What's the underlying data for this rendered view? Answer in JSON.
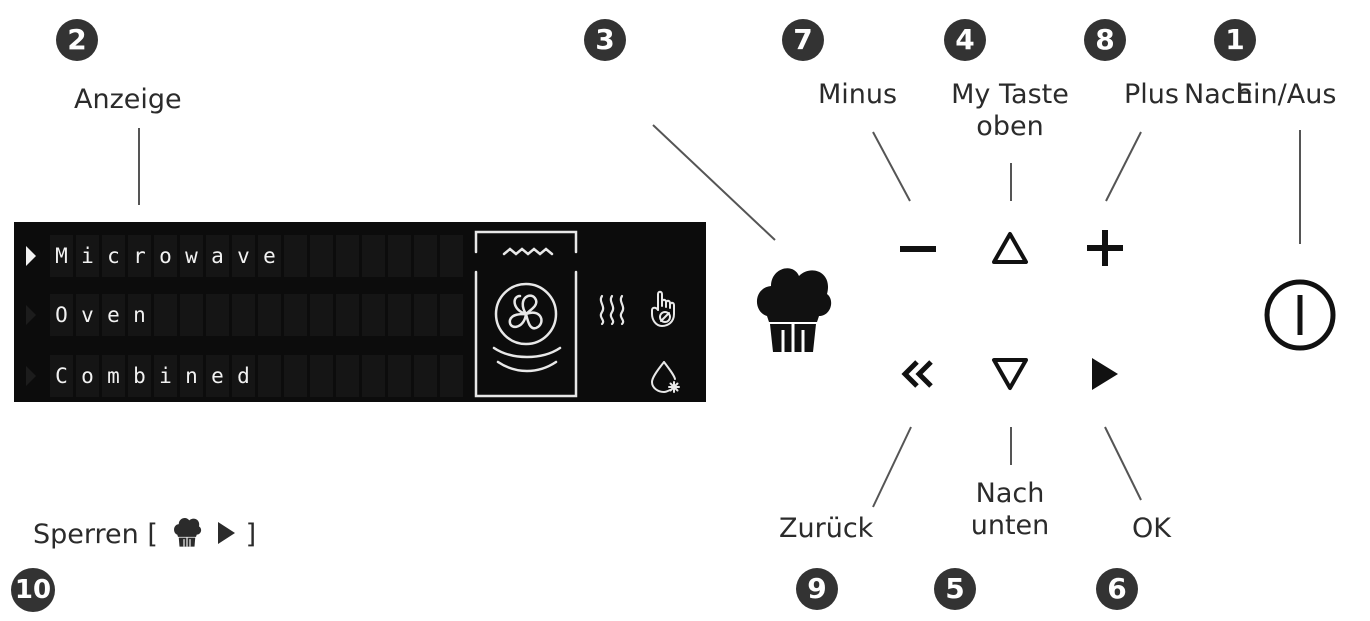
{
  "badges": {
    "n1": "1",
    "n2": "2",
    "n3": "3",
    "n4": "4",
    "n5": "5",
    "n6": "6",
    "n7": "7",
    "n8": "8",
    "n9": "9",
    "n10": "10"
  },
  "labels": {
    "anzeige": "Anzeige",
    "minus": "Minus",
    "my_taste_oben": "My Taste\noben",
    "plus": "Plus",
    "nach_oben": "Nach",
    "ein_aus": "Ein/Aus",
    "zurueck": "Zurück",
    "nach_unten": "Nach\nunten",
    "ok": "OK",
    "sperren_prefix": "Sperren [",
    "sperren_suffix": "]"
  },
  "display": {
    "rows": [
      {
        "text": "Microwave",
        "selected": true
      },
      {
        "text": "Oven",
        "selected": false
      },
      {
        "text": "Combined",
        "selected": false
      }
    ]
  },
  "icons": {
    "chef_hat": "chef-hat-icon",
    "minus": "minus-icon",
    "up": "triangle-up-icon",
    "plus": "plus-icon",
    "power": "power-icon",
    "back": "double-chevron-left-icon",
    "down": "triangle-down-icon",
    "ok": "play-triangle-icon",
    "heat": "heat-waves-icon",
    "hand": "hand-lock-icon",
    "drop": "drop-star-icon",
    "fan": "fan-oven-icon"
  },
  "colors": {
    "badge": "#333333",
    "display_bg": "#0c0c0c",
    "display_text": "#f2f2f2",
    "ink": "#2b2b2b"
  }
}
